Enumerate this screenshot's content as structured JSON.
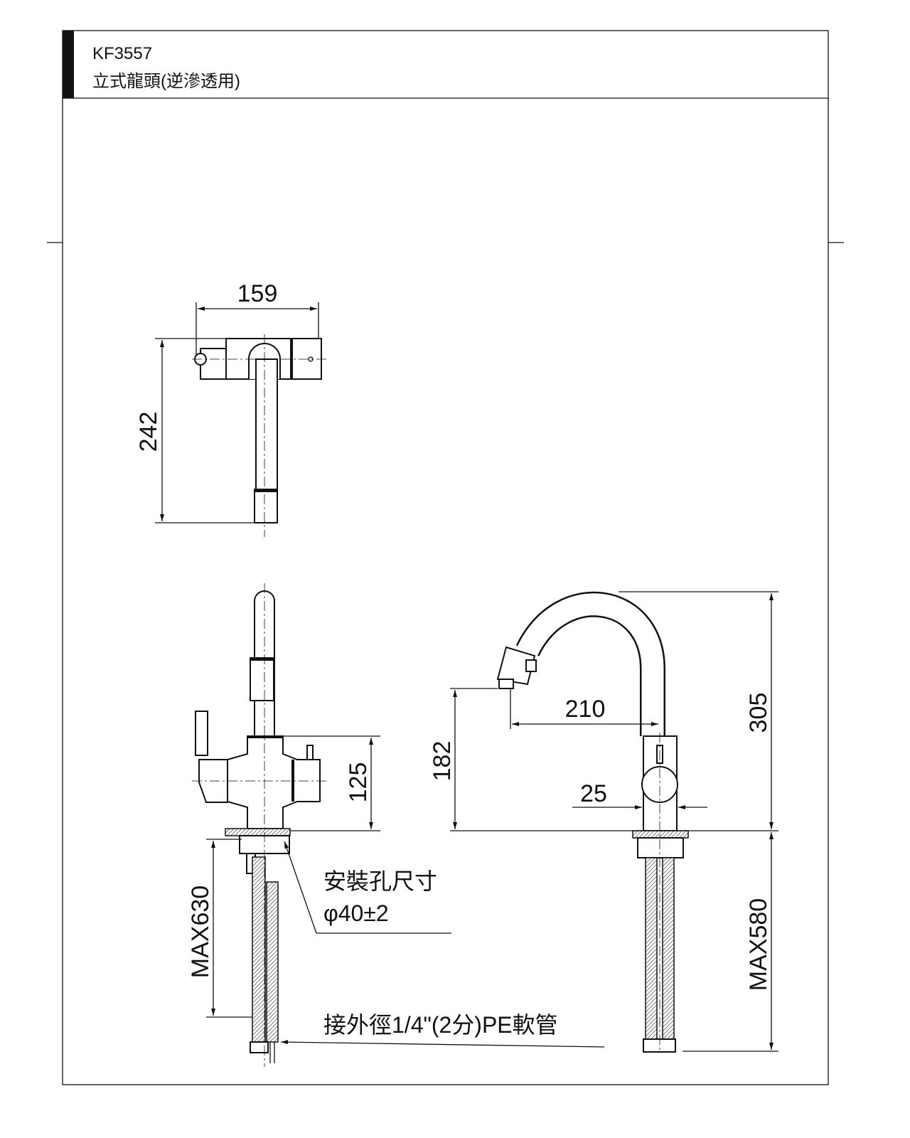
{
  "header": {
    "model": "KF3557",
    "subtitle": "立式龍頭(逆滲透用)"
  },
  "dimensions": {
    "top_width": "159",
    "top_depth": "242",
    "body_height": "125",
    "hose_left": "MAX630",
    "spout_height": "305",
    "outlet_height": "182",
    "reach": "210",
    "base_dia": "25",
    "hose_right": "MAX580"
  },
  "notes": {
    "hole_label": "安裝孔尺寸",
    "hole_size": "φ40±2",
    "hose_spec": "接外徑1/4\"(2分)PE軟管"
  }
}
